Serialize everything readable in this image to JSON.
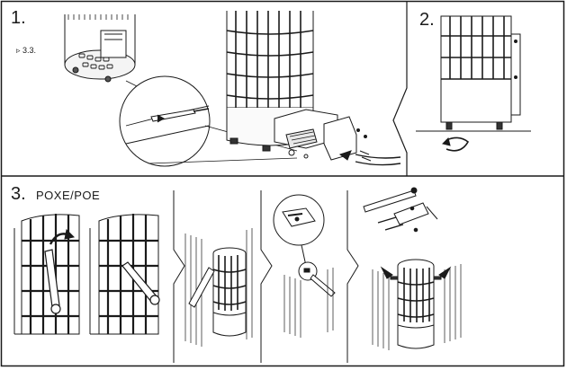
{
  "steps": {
    "step1": {
      "number": "1.",
      "reference": "▹ 3.3."
    },
    "step2": {
      "number": "2."
    },
    "step3": {
      "number": "3.",
      "models": "POXE/POE"
    }
  },
  "icons": {
    "rotate": "rotate-arrow-icon",
    "push": "push-arrow-icon",
    "screw": "screw-icon",
    "bracket": "wall-bracket-icon"
  },
  "colors": {
    "line": "#1a1a1a",
    "background": "#ffffff"
  }
}
